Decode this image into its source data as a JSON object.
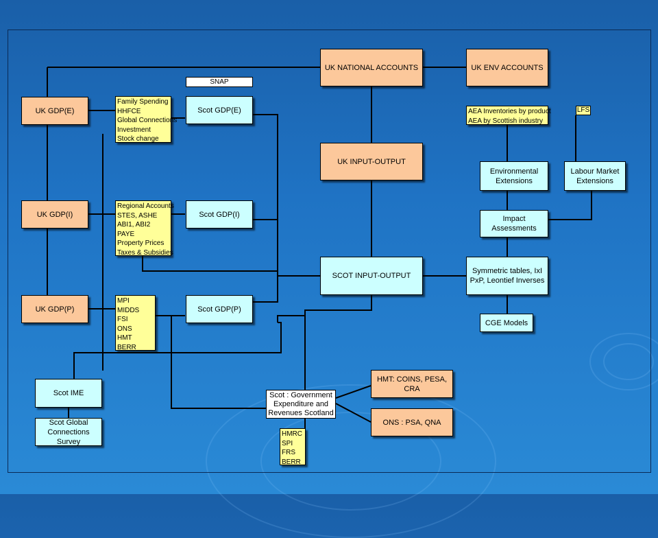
{
  "nodes": {
    "uk_national_accounts": "UK NATIONAL ACCOUNTS",
    "uk_env_accounts": "UK ENV ACCOUNTS",
    "uk_gdp_e": "UK GDP(E)",
    "uk_gdp_i": "UK GDP(I)",
    "uk_gdp_p": "UK GDP(P)",
    "snap": "SNAP",
    "scot_gdp_e": "Scot GDP(E)",
    "scot_gdp_i": "Scot GDP(I)",
    "scot_gdp_p": "Scot GDP(P)",
    "uk_input_output": "UK INPUT-OUTPUT",
    "scot_input_output": "SCOT INPUT-OUTPUT",
    "environmental_extensions": "Environmental Extensions",
    "labour_market_extensions": "Labour Market Extensions",
    "lfs": "LFS",
    "impact_assessments": "Impact Assessments",
    "symmetric_tables": "Symmetric tables, IxI PxP, Leontief Inverses",
    "cge_models": "CGE Models",
    "scot_ime": "Scot IME",
    "scot_global_connections_survey": "Scot Global Connections Survey",
    "scot_government_expenditure": "Scot : Government Expenditure and Revenues Scotland",
    "hmt_coins": "HMT: COINS, PESA, CRA",
    "ons_psa": "ONS : PSA, QNA"
  },
  "lists": {
    "expenditure_sources": [
      "Family Spending",
      "HHFCE",
      "Global Connections",
      "Investment",
      "Stock change"
    ],
    "income_sources": [
      "Regional Accounts",
      "STES, ASHE",
      "ABI1, ABI2",
      "PAYE",
      "Property Prices",
      "Taxes & Subsidies"
    ],
    "production_sources": [
      "MPI",
      "MIDDS",
      "FSI",
      "ONS",
      "HMT",
      "BERR"
    ],
    "aea_sources": [
      "AEA Inventories by product",
      "AEA by Scottish industry"
    ],
    "government_sources": [
      "HMRC",
      "SPI",
      "FRS",
      "BERR"
    ]
  },
  "colors": {
    "background": "#1f73c4",
    "uk_node": "#fcc89b",
    "scot_node": "#ccffff",
    "source_list": "#ffff99"
  }
}
